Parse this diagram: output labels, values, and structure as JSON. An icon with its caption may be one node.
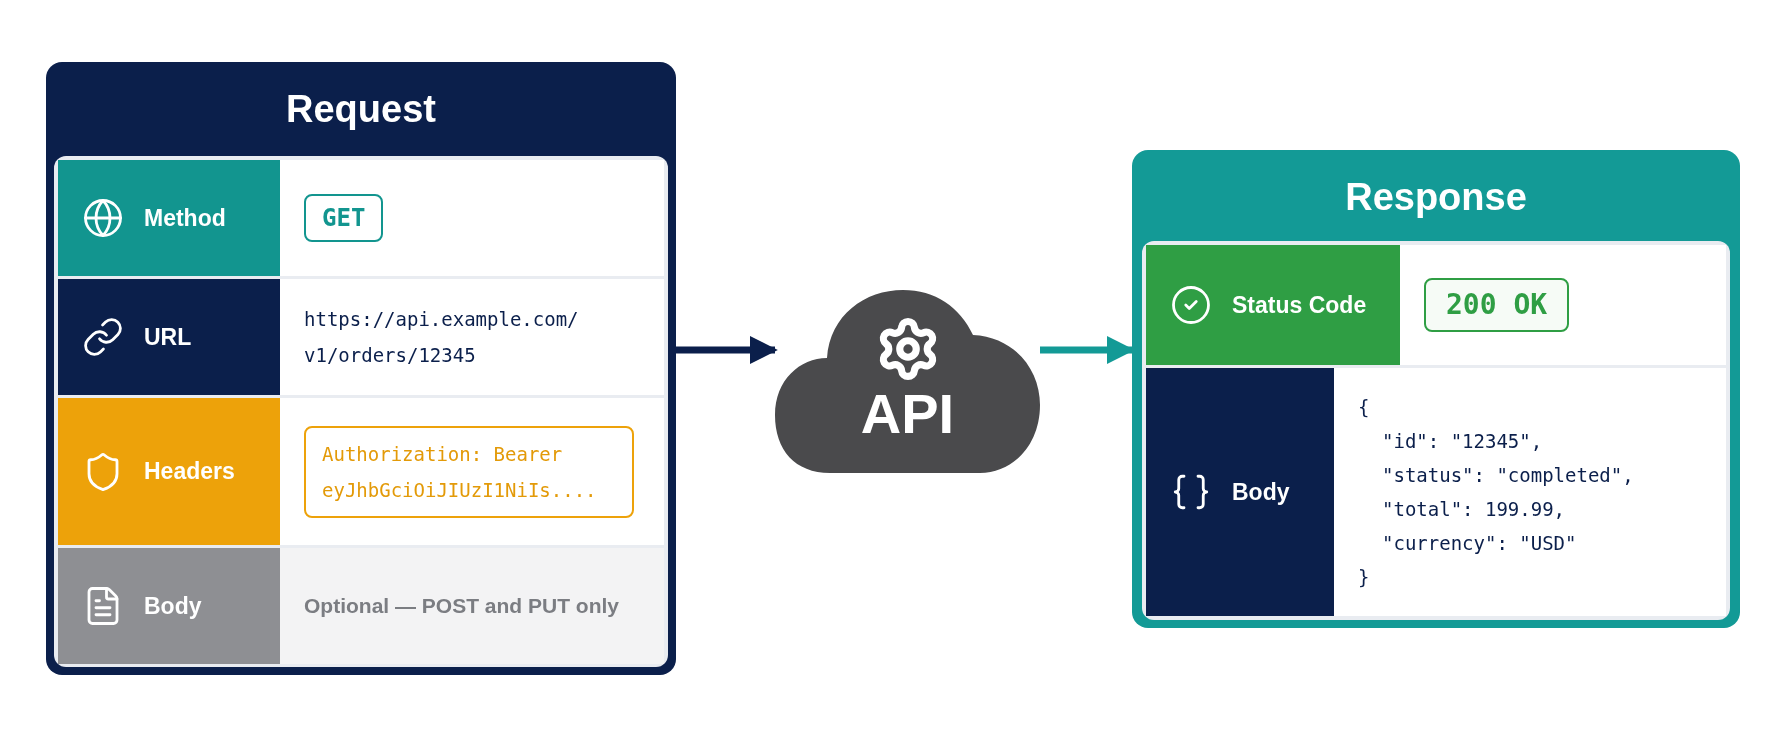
{
  "diagram": {
    "nodes": [
      {
        "text": [
          "Request"
        ]
      },
      {
        "text": [
          "Method",
          "GET"
        ],
        "in": 0
      },
      {
        "text": [
          "URL",
          "https://api.example.com/v1/orders/12345"
        ],
        "in": 0
      },
      {
        "text": [
          "Headers",
          "Authorization: Bearer eyJhbGciOiJIUzI1NiIs...."
        ],
        "in": 0
      },
      {
        "text": [
          "Body",
          "Optional — POST and PUT only"
        ],
        "in": 0
      },
      {
        "text": [
          "API"
        ]
      },
      {
        "text": [
          "Response"
        ]
      },
      {
        "text": [
          "Status Code",
          "200 OK"
        ],
        "in": 6
      },
      {
        "text": [
          "Body",
          "{",
          "\"id\": \"12345\",",
          "\"status\": \"completed\",",
          "\"total\": 199.99,",
          "\"currency\": \"USD\"",
          "}"
        ],
        "in": 6
      }
    ],
    "edges": [
      {
        "from": 0,
        "to": 5,
        "arrow": "to",
        "color": "#0b1f4b"
      },
      {
        "from": 5,
        "to": 6,
        "arrow": "to",
        "color": "#139a96"
      }
    ]
  }
}
